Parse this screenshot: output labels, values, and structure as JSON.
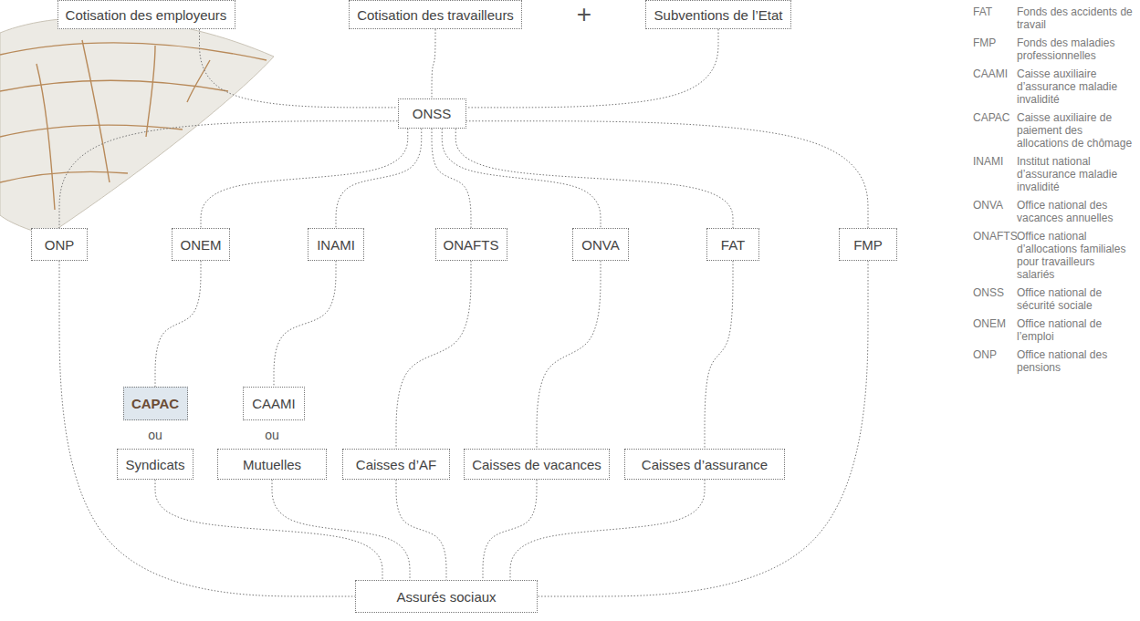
{
  "diagram": {
    "nodes": [
      {
        "text": [
          "Cotisation des employeurs"
        ]
      },
      {
        "text": [
          "Cotisation des travailleurs"
        ]
      },
      {
        "text": [
          "Subventions de l’Etat"
        ]
      },
      {
        "text": [
          "ONSS"
        ]
      },
      {
        "text": [
          "ONP"
        ]
      },
      {
        "text": [
          "ONEM"
        ]
      },
      {
        "text": [
          "INAMI"
        ]
      },
      {
        "text": [
          "ONAFTS"
        ]
      },
      {
        "text": [
          "ONVA"
        ]
      },
      {
        "text": [
          "FAT"
        ]
      },
      {
        "text": [
          "FMP"
        ]
      },
      {
        "text": [
          "CAPAC"
        ]
      },
      {
        "text": [
          "CAAMI"
        ]
      },
      {
        "text": [
          "Syndicats"
        ]
      },
      {
        "text": [
          "Mutuelles"
        ]
      },
      {
        "text": [
          "Caisses d’AF"
        ]
      },
      {
        "text": [
          "Caisses de vacances"
        ]
      },
      {
        "text": [
          "Caisses d’assurance"
        ]
      },
      {
        "text": [
          "Assurés sociaux"
        ]
      }
    ],
    "edges": [
      {
        "from": 0,
        "to": 3,
        "arrow": "none"
      },
      {
        "from": 1,
        "to": 3,
        "arrow": "none"
      },
      {
        "from": 2,
        "to": 3,
        "arrow": "none"
      },
      {
        "from": 3,
        "to": 4,
        "arrow": "none"
      },
      {
        "from": 3,
        "to": 5,
        "arrow": "none"
      },
      {
        "from": 3,
        "to": 6,
        "arrow": "none"
      },
      {
        "from": 3,
        "to": 7,
        "arrow": "none"
      },
      {
        "from": 3,
        "to": 8,
        "arrow": "none"
      },
      {
        "from": 3,
        "to": 9,
        "arrow": "none"
      },
      {
        "from": 3,
        "to": 10,
        "arrow": "none"
      },
      {
        "from": 5,
        "to": 11,
        "arrow": "none"
      },
      {
        "from": 6,
        "to": 12,
        "arrow": "none"
      },
      {
        "from": 7,
        "to": 15,
        "arrow": "none"
      },
      {
        "from": 8,
        "to": 16,
        "arrow": "none"
      },
      {
        "from": 9,
        "to": 17,
        "arrow": "none"
      },
      {
        "from": 4,
        "to": 18,
        "arrow": "none"
      },
      {
        "from": 13,
        "to": 18,
        "arrow": "none"
      },
      {
        "from": 14,
        "to": 18,
        "arrow": "none"
      },
      {
        "from": 15,
        "to": 18,
        "arrow": "none"
      },
      {
        "from": 16,
        "to": 18,
        "arrow": "none"
      },
      {
        "from": 17,
        "to": 18,
        "arrow": "none"
      },
      {
        "from": 10,
        "to": 18,
        "arrow": "none"
      }
    ],
    "labels": [
      "+",
      "ou",
      "ou",
      "FAT",
      "Fonds des accidents de travail",
      "FMP",
      "Fonds des maladies professionnelles",
      "CAAMI",
      "Caisse auxiliaire d’assurance maladie invalidité",
      "CAPAC",
      "Caisse auxiliaire de paiement des allocations de chômage",
      "INAMI",
      "Institut national d’assurance maladie invalidité",
      "ONVA",
      "Office national des vacances annuelles",
      "ONAFTS",
      "Office national d’allocations familiales pour travailleurs salariés",
      "ONSS",
      "Office national de sécurité sociale",
      "ONEM",
      "Office national de l’emploi",
      "ONP",
      "Office national des pensions"
    ]
  }
}
